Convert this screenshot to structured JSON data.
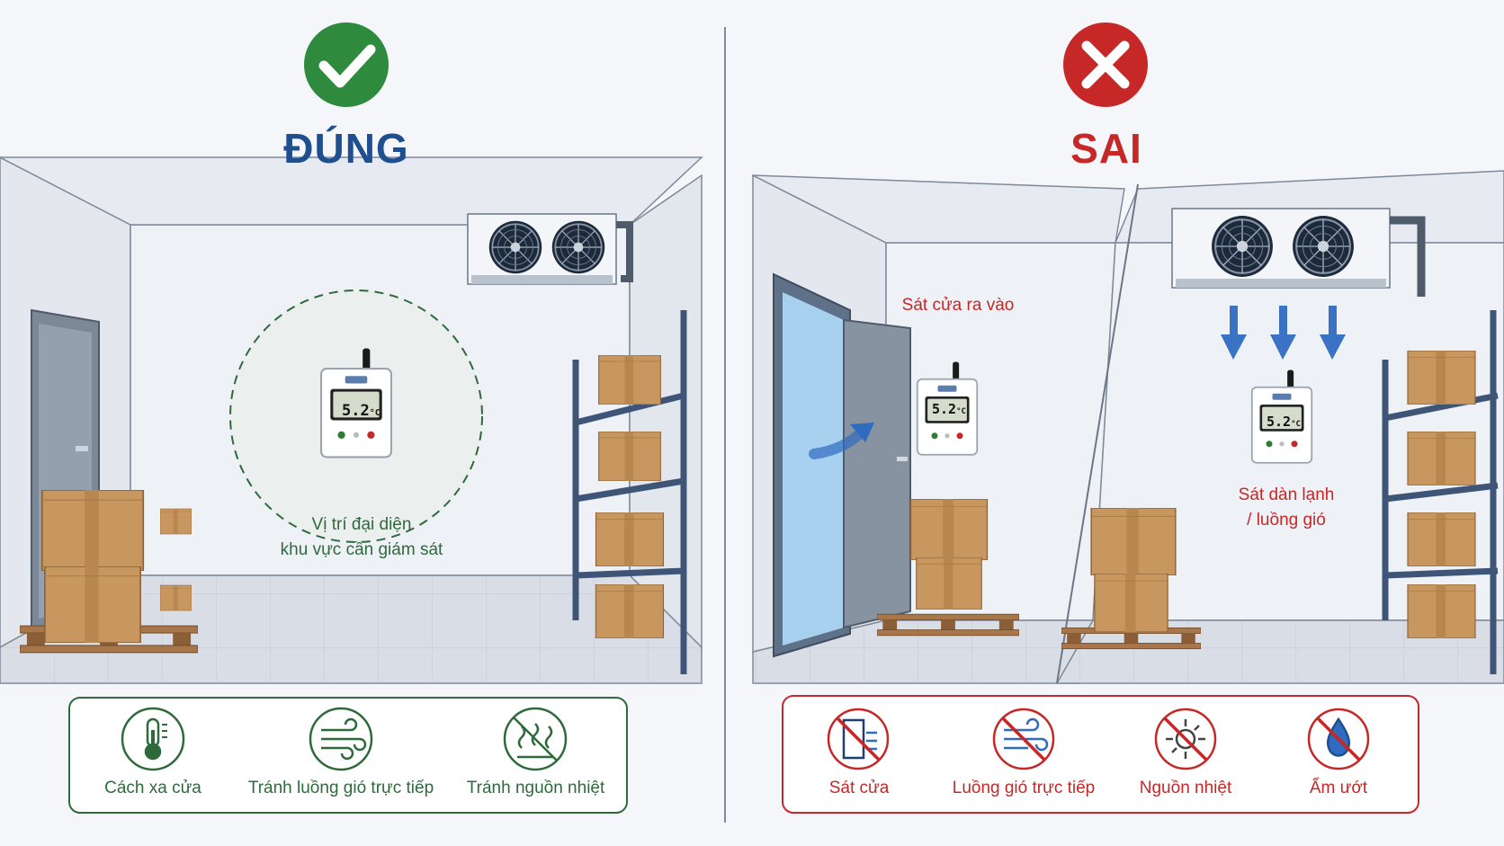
{
  "correct": {
    "title": "ĐÚNG",
    "caption_line1": "Vị trí đại diện",
    "caption_line2": "khu vực cần giám sát",
    "features": [
      {
        "icon": "thermometer-icon",
        "label": "Cách xa cửa"
      },
      {
        "icon": "wind-icon",
        "label": "Tránh luồng gió trực tiếp"
      },
      {
        "icon": "no-heat-icon",
        "label": "Tránh nguồn nhiệt"
      }
    ],
    "color": "#2e7d32"
  },
  "wrong": {
    "title": "SAI",
    "door_label": "Sát cửa ra vào",
    "cooler_label_line1": "Sát dàn lạnh",
    "cooler_label_line2": "/ luồng gió",
    "features": [
      {
        "icon": "no-door-icon",
        "label": "Sát cửa"
      },
      {
        "icon": "no-wind-icon",
        "label": "Luồng gió trực tiếp"
      },
      {
        "icon": "no-sun-icon",
        "label": "Nguồn nhiệt"
      },
      {
        "icon": "no-water-icon",
        "label": "Ẩm ướt"
      }
    ],
    "color": "#c62828"
  },
  "device": {
    "reading": "5.2",
    "unit": "°C"
  }
}
